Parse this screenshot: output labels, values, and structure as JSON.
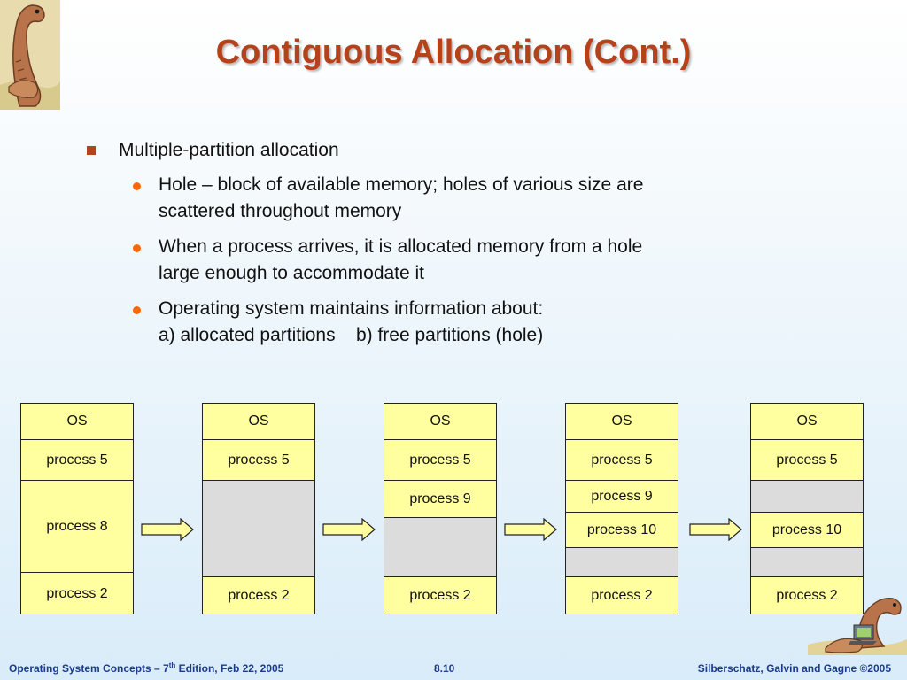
{
  "title": "Contiguous Allocation (Cont.)",
  "bullets": {
    "main": "Multiple-partition allocation",
    "sub": [
      [
        "Hole – block of available memory; holes of various size are",
        "scattered throughout memory"
      ],
      [
        "When a process arrives, it is allocated memory from a hole",
        "large enough to accommodate it"
      ],
      [
        "Operating system maintains information about:",
        "a) allocated partitions    b) free partitions (hole)"
      ]
    ]
  },
  "memory": {
    "col1": {
      "os": "OS",
      "p5": "process 5",
      "p8": "process 8",
      "p2": "process 2"
    },
    "col2": {
      "os": "OS",
      "p5": "process 5",
      "p2": "process 2"
    },
    "col3": {
      "os": "OS",
      "p5": "process 5",
      "p9": "process 9",
      "p2": "process 2"
    },
    "col4": {
      "os": "OS",
      "p5": "process 5",
      "p9": "process 9",
      "p10": "process 10",
      "p2": "process 2"
    },
    "col5": {
      "os": "OS",
      "p5": "process 5",
      "p10": "process 10",
      "p2": "process 2"
    }
  },
  "footer": {
    "left_prefix": "Operating System Concepts – 7",
    "left_sup": "th",
    "left_suffix": " Edition, Feb 22, 2005",
    "center": "8.10",
    "right": "Silberschatz, Galvin and Gagne ©2005"
  },
  "colors": {
    "title": "#b5421b",
    "square_bullet": "#b5421b",
    "round_bullet": "#ff6600",
    "block_fill": "#ffffa0",
    "hole_fill": "#dcdcdc",
    "footer_text": "#1a3a8c"
  },
  "icons": {
    "top_logo": "dinosaur-logo-icon",
    "bottom_logo": "dinosaur-laptop-icon",
    "arrow": "right-arrow-icon"
  }
}
